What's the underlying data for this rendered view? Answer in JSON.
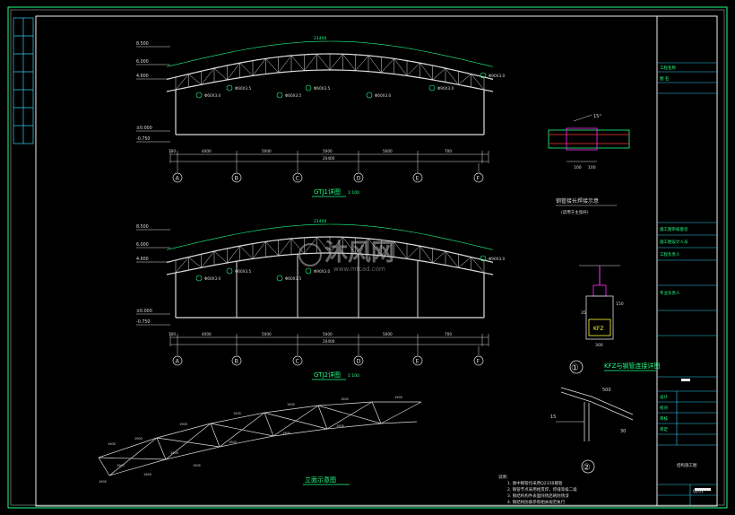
{
  "drawings": {
    "gtj1": {
      "title": "GTJ1详图",
      "scale": "1:100",
      "span_total": "21400",
      "elev_top": "8.500",
      "elev_2": "6.000",
      "elev_3": "4.600",
      "elev_ground": "±0.000",
      "elev_base": "-0.750",
      "labels": [
        "Φ90X3.0",
        "Φ60X3.0",
        "Φ60X3.5",
        "Φ60X3.5",
        "Φ60X3.5",
        "Φ60X3.0",
        "Φ90X3.0"
      ],
      "bays": [
        "700",
        "4000",
        "5000",
        "5000",
        "5000",
        "700"
      ],
      "overall": "20400",
      "axes": [
        "A",
        "B",
        "C",
        "D",
        "E",
        "F"
      ]
    },
    "gtj2": {
      "title": "GTJ2详图",
      "scale": "1:100",
      "span_total": "21400",
      "elev_top": "8.500",
      "elev_2": "6.000",
      "elev_3": "4.600",
      "elev_ground": "±0.000",
      "elev_base": "-0.750",
      "labels": [
        "Φ90X3.0",
        "Φ60X3.0",
        "Φ60X3.5",
        "Φ60X3.5",
        "Φ90X3.0"
      ],
      "bays": [
        "700",
        "4000",
        "5000",
        "5000",
        "5000",
        "700"
      ],
      "overall": "20400",
      "axes": [
        "A",
        "B",
        "C",
        "D",
        "E",
        "F"
      ]
    },
    "iso": {
      "title": "立面示意图"
    },
    "detail_pipe": {
      "title": "钢管接长焊接示意",
      "subtitle": "(适用于主弦杆)",
      "angle": "15°",
      "dims": [
        "100",
        "100"
      ]
    },
    "detail_kfz": {
      "title": "KFZ与钢管连接详图",
      "tag": "KFZ",
      "dims": [
        "300",
        "150",
        "35"
      ]
    },
    "detail_1": {
      "marker": "①"
    },
    "detail_2": {
      "marker": "②",
      "dims": [
        "15",
        "30",
        "500"
      ]
    },
    "notes": {
      "heading": "说明：",
      "items": [
        "1. 图中钢管均采用Q235B钢管",
        "2. 钢管节点采用相贯焊，焊缝等级二级",
        "3. 钢结构构件表面除锈后刷防锈漆",
        "4. 钢结构防腐参照相关规范执行"
      ]
    },
    "watermark": {
      "text": "沐风网",
      "url": "www.mfcad.com"
    }
  },
  "title_block": {
    "rows": [
      "工程名称",
      "图   名",
      "施工图审核意见",
      "施工图设计人员",
      "工程负责人",
      "专业负责人",
      "设计",
      "校对",
      "审核",
      "审定"
    ],
    "drawing_no": "GJ-01",
    "sheet": "结构施工图"
  }
}
